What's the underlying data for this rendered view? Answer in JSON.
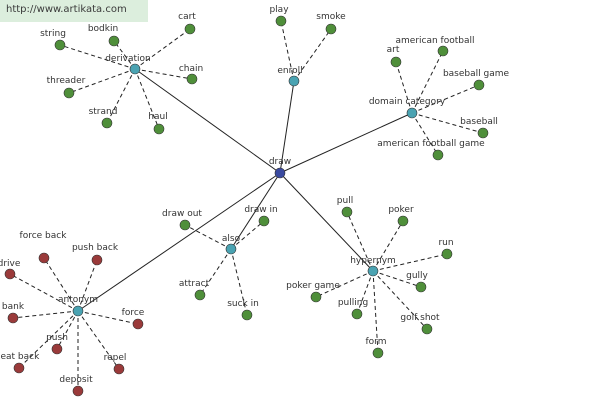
{
  "watermark": {
    "text": "http://www.artikata.com"
  },
  "colors": {
    "center": "#3a4aa0",
    "hub": "#4aa3b2",
    "leaf_green": "#4f8f3a",
    "leaf_red": "#9a3a3a",
    "solid_edge": "#222222",
    "dashed_edge": "#222222"
  },
  "graph": {
    "center": {
      "id": "draw",
      "label": "draw"
    },
    "hubs": [
      {
        "id": "derivation",
        "label": "derivation"
      },
      {
        "id": "enroll",
        "label": "enroll"
      },
      {
        "id": "domain_category",
        "label": "domain category"
      },
      {
        "id": "hypernym",
        "label": "hypernym"
      },
      {
        "id": "also",
        "label": "also"
      },
      {
        "id": "antonym",
        "label": "antonym"
      }
    ],
    "leaves": [
      {
        "id": "string",
        "label": "string",
        "hub": "derivation",
        "color": "green"
      },
      {
        "id": "bodkin",
        "label": "bodkin",
        "hub": "derivation",
        "color": "green"
      },
      {
        "id": "cart",
        "label": "cart",
        "hub": "derivation",
        "color": "green"
      },
      {
        "id": "threader",
        "label": "threader",
        "hub": "derivation",
        "color": "green"
      },
      {
        "id": "chain",
        "label": "chain",
        "hub": "derivation",
        "color": "green"
      },
      {
        "id": "strand",
        "label": "strand",
        "hub": "derivation",
        "color": "green"
      },
      {
        "id": "haul",
        "label": "haul",
        "hub": "derivation",
        "color": "green"
      },
      {
        "id": "play",
        "label": "play",
        "hub": "enroll",
        "color": "green"
      },
      {
        "id": "smoke",
        "label": "smoke",
        "hub": "enroll",
        "color": "green"
      },
      {
        "id": "art",
        "label": "art",
        "hub": "domain_category",
        "color": "green"
      },
      {
        "id": "american_football",
        "label": "american football",
        "hub": "domain_category",
        "color": "green"
      },
      {
        "id": "baseball_game",
        "label": "baseball game",
        "hub": "domain_category",
        "color": "green"
      },
      {
        "id": "baseball",
        "label": "baseball",
        "hub": "domain_category",
        "color": "green"
      },
      {
        "id": "american_football_game",
        "label": "american football game",
        "hub": "domain_category",
        "color": "green"
      },
      {
        "id": "pull",
        "label": "pull",
        "hub": "hypernym",
        "color": "green"
      },
      {
        "id": "poker",
        "label": "poker",
        "hub": "hypernym",
        "color": "green"
      },
      {
        "id": "run",
        "label": "run",
        "hub": "hypernym",
        "color": "green"
      },
      {
        "id": "gully",
        "label": "gully",
        "hub": "hypernym",
        "color": "green"
      },
      {
        "id": "golf_shot",
        "label": "golf shot",
        "hub": "hypernym",
        "color": "green"
      },
      {
        "id": "poker_game",
        "label": "poker game",
        "hub": "hypernym",
        "color": "green"
      },
      {
        "id": "pulling",
        "label": "pulling",
        "hub": "hypernym",
        "color": "green"
      },
      {
        "id": "form",
        "label": "form",
        "hub": "hypernym",
        "color": "green"
      },
      {
        "id": "draw_out",
        "label": "draw out",
        "hub": "also",
        "color": "green"
      },
      {
        "id": "draw_in",
        "label": "draw in",
        "hub": "also",
        "color": "green"
      },
      {
        "id": "attract",
        "label": "attract",
        "hub": "also",
        "color": "green"
      },
      {
        "id": "suck_in",
        "label": "suck in",
        "hub": "also",
        "color": "green"
      },
      {
        "id": "force_back",
        "label": "force back",
        "hub": "antonym",
        "color": "red"
      },
      {
        "id": "push_back",
        "label": "push back",
        "hub": "antonym",
        "color": "red"
      },
      {
        "id": "drive",
        "label": "drive",
        "hub": "antonym",
        "color": "red"
      },
      {
        "id": "bank",
        "label": "bank",
        "hub": "antonym",
        "color": "red"
      },
      {
        "id": "force",
        "label": "force",
        "hub": "antonym",
        "color": "red"
      },
      {
        "id": "push",
        "label": "push",
        "hub": "antonym",
        "color": "red"
      },
      {
        "id": "beat_back",
        "label": "beat back",
        "hub": "antonym",
        "color": "red"
      },
      {
        "id": "repel",
        "label": "repel",
        "hub": "antonym",
        "color": "red"
      },
      {
        "id": "deposit",
        "label": "deposit",
        "hub": "antonym",
        "color": "red"
      }
    ]
  }
}
